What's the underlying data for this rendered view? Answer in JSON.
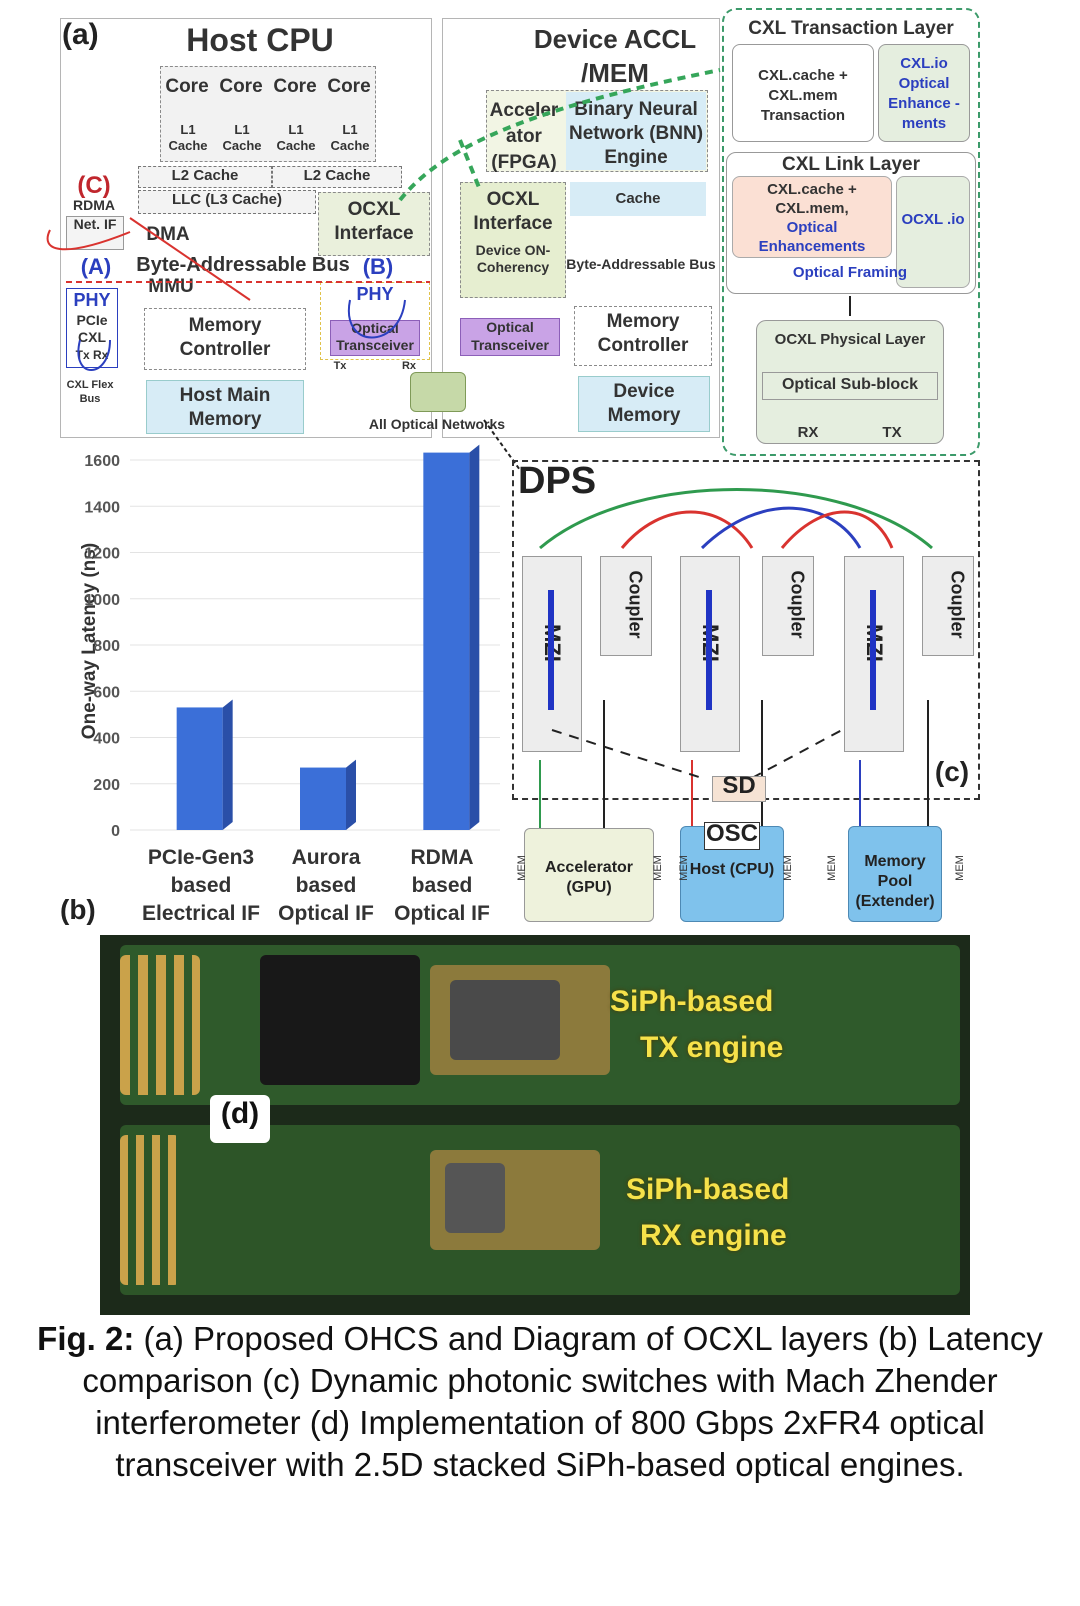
{
  "panel_a": {
    "label": "(a)",
    "host_cpu": {
      "title": "Host CPU",
      "cores": [
        "Core",
        "Core",
        "Core",
        "Core"
      ],
      "l1": [
        "L1 Cache",
        "L1 Cache",
        "L1 Cache",
        "L1 Cache"
      ],
      "l2": [
        "L2 Cache",
        "L2 Cache"
      ],
      "llc": "LLC (L3 Cache)",
      "ocxl_interface": "OCXL Interface",
      "dma": "DMA",
      "bus_a": "(A)",
      "byte_bus": "Byte-Addressable Bus",
      "bus_b": "(B)",
      "mmu": "MMU",
      "phy_left": "PHY",
      "pcie_cxl": "PCIe CXL",
      "tx_rx": "Tx Rx",
      "memory_controller": "Memory Controller",
      "phy_right": "PHY",
      "optical_transceiver": "Optical Transceiver",
      "tx": "Tx",
      "rx": "Rx",
      "cxl_flex_bus": "CXL Flex Bus",
      "host_main_memory": "Host Main Memory",
      "rdma_c": "(C)",
      "rdma": "RDMA",
      "net_if": "Net. IF"
    },
    "device": {
      "title_line1": "Device ACCL",
      "title_line2": "/MEM",
      "accelerator": "Acceler ator (FPGA)",
      "bnn": "Binary Neural Network (BNN) Engine",
      "ocxl_interface": "OCXL Interface",
      "cache": "Cache",
      "device_on_coherency": "Device ON-Coherency",
      "byte_bus": "Byte-Addressable Bus",
      "optical_transceiver": "Optical Transceiver",
      "memory_controller": "Memory Controller",
      "device_memory": "Device Memory"
    },
    "all_optical_networks": "All Optical Networks",
    "cxl_layers": {
      "transaction_title": "CXL Transaction Layer",
      "transaction_box": "CXL.cache + CXL.mem Transaction",
      "io_enhancements": "CXL.io Optical Enhance -ments",
      "link_title": "CXL Link Layer",
      "link_box_line1": "CXL.cache +",
      "link_box_line2": "CXL.mem,",
      "link_box_line3": "Optical",
      "link_box_line4": "Enhancements",
      "ocxl_io": "OCXL .io",
      "optical_framing": "Optical Framing",
      "physical_title": "OCXL Physical Layer",
      "sub_block": "Optical Sub-block",
      "rx": "RX",
      "tx": "TX"
    }
  },
  "panel_b": {
    "label": "(b)",
    "chart_data": {
      "type": "bar",
      "ylabel": "One-way Latency (ns)",
      "ylim": [
        0,
        1600
      ],
      "yticks": [
        0,
        200,
        400,
        600,
        800,
        1000,
        1200,
        1400,
        1600
      ],
      "categories": [
        [
          "PCIe-Gen3",
          "based",
          "Electrical IF"
        ],
        [
          "Aurora",
          "based",
          "Optical IF"
        ],
        [
          "RDMA",
          "based",
          "Optical IF"
        ]
      ],
      "values": [
        530,
        270,
        1650
      ],
      "bar_color": "#3b6fd8"
    }
  },
  "panel_c": {
    "label": "(c)",
    "title": "DPS",
    "mzi": [
      "MZI",
      "MZI",
      "MZI"
    ],
    "coupler": [
      "Coupler",
      "Coupler",
      "Coupler"
    ],
    "sd": "SD",
    "osc": "OSC",
    "accelerator": "Accelerator (GPU)",
    "host": "Host (CPU)",
    "memory_pool": "Memory Pool (Extender)",
    "mem": "MEM"
  },
  "panel_d": {
    "label": "(d)",
    "tx_line1": "SiPh-based",
    "tx_line2": "TX engine",
    "rx_line1": "SiPh-based",
    "rx_line2": "RX engine"
  },
  "caption": {
    "bold": "Fig. 2:",
    "text": " (a) Proposed OHCS and Diagram of OCXL layers (b) Latency comparison (c) Dynamic photonic switches with Mach Zhender interferometer (d) Implementation of 800 Gbps 2xFR4 optical transceiver with 2.5D stacked SiPh-based optical engines."
  }
}
